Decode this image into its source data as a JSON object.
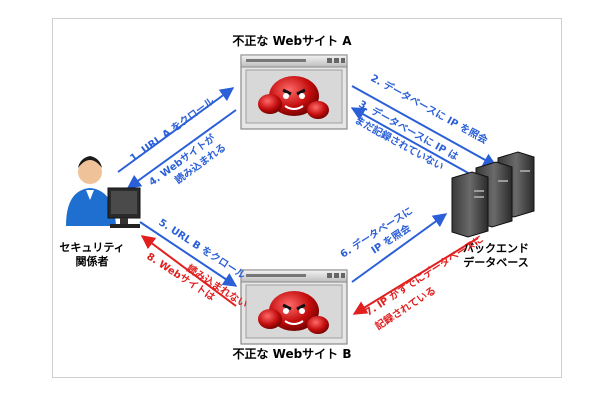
{
  "site_a": {
    "title": "不正な Webサイト A"
  },
  "site_b": {
    "title": "不正な Webサイト B"
  },
  "user": {
    "line1": "セキュリティ",
    "line2": "関係者"
  },
  "backend": {
    "line1": "バックエンド",
    "line2": "データベース"
  },
  "steps": {
    "s1": "1. URL A をクロール",
    "s2": "2. データベースに IP を照会",
    "s3a": "3. データベースに IP は",
    "s3b": "まだ記録されていない",
    "s4a": "4. Webサイトが",
    "s4b": "読み込まれる",
    "s5": "5. URL B をクロール",
    "s6a": "6. データベースに",
    "s6b": "IP を照会",
    "s7a": "7. IP がすでにデータベースに",
    "s7b": "記録されている",
    "s8a": "8. Webサイトは",
    "s8b": "読み込まれない"
  },
  "colors": {
    "blue": "#2a5fd8",
    "red": "#e11f1f",
    "frame": "#cfcfcf"
  }
}
